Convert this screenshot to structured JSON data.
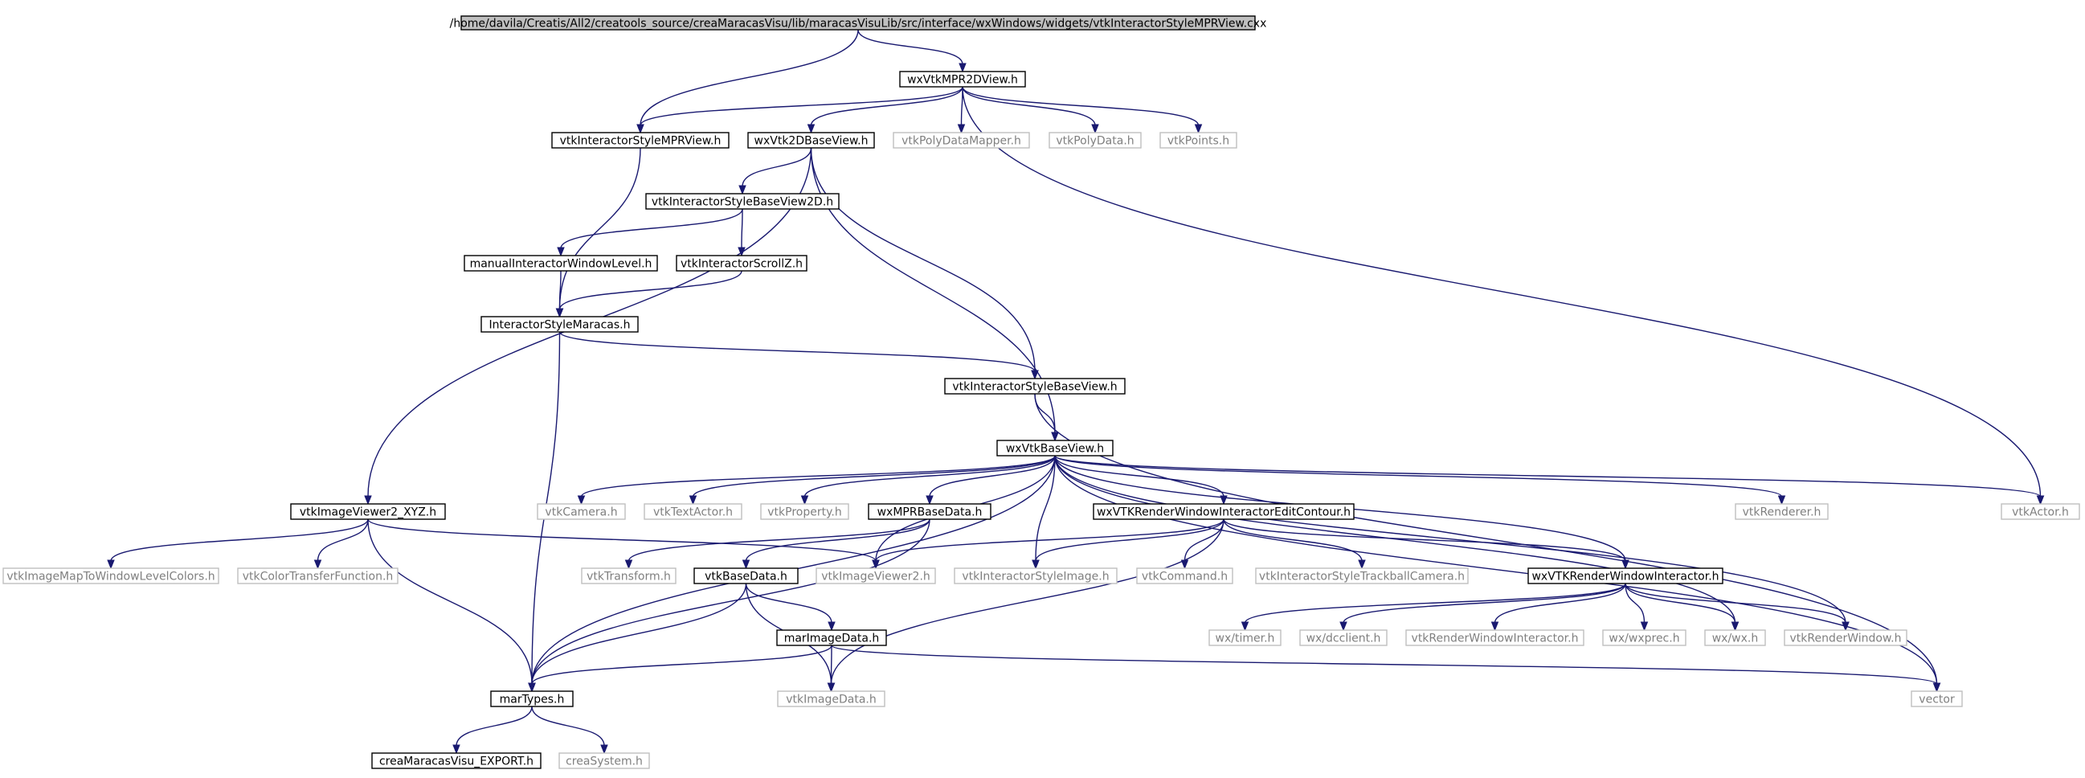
{
  "colors": {
    "edge": "#191970",
    "root_fill": "#bfbfbf",
    "root_border": "#000000",
    "documented_border": "#000000",
    "external_border": "#bfbfbf",
    "documented_text": "#000000",
    "external_text": "#7f7f7f"
  },
  "nodes": [
    {
      "id": "root",
      "label": "/home/davila/Creatis/All2/creatools_source/creaMaracasVisu/lib/maracasVisuLib/src/interface/wxWindows/widgets/vtkInteractorStyleMPRView.cxx",
      "kind": "root"
    },
    {
      "id": "wxVtkMPR2DView",
      "label": "wxVtkMPR2DView.h",
      "kind": "documented"
    },
    {
      "id": "vtkInteractorStyleMPRView",
      "label": "vtkInteractorStyleMPRView.h",
      "kind": "documented"
    },
    {
      "id": "wxVtk2DBaseView",
      "label": "wxVtk2DBaseView.h",
      "kind": "documented"
    },
    {
      "id": "vtkPolyDataMapper",
      "label": "vtkPolyDataMapper.h",
      "kind": "external"
    },
    {
      "id": "vtkPolyData",
      "label": "vtkPolyData.h",
      "kind": "external"
    },
    {
      "id": "vtkPoints",
      "label": "vtkPoints.h",
      "kind": "external"
    },
    {
      "id": "vtkInteractorStyleBaseView2D",
      "label": "vtkInteractorStyleBaseView2D.h",
      "kind": "documented"
    },
    {
      "id": "manualInteractorWindowLevel",
      "label": "manualInteractorWindowLevel.h",
      "kind": "documented"
    },
    {
      "id": "vtkInteractorScrollZ",
      "label": "vtkInteractorScrollZ.h",
      "kind": "documented"
    },
    {
      "id": "InteractorStyleMaracas",
      "label": "InteractorStyleMaracas.h",
      "kind": "documented"
    },
    {
      "id": "vtkInteractorStyleBaseView",
      "label": "vtkInteractorStyleBaseView.h",
      "kind": "documented"
    },
    {
      "id": "wxVtkBaseView",
      "label": "wxVtkBaseView.h",
      "kind": "documented"
    },
    {
      "id": "vtkImageViewer2_XYZ",
      "label": "vtkImageViewer2_XYZ.h",
      "kind": "documented"
    },
    {
      "id": "vtkCamera",
      "label": "vtkCamera.h",
      "kind": "external"
    },
    {
      "id": "vtkTextActor",
      "label": "vtkTextActor.h",
      "kind": "external"
    },
    {
      "id": "vtkProperty",
      "label": "vtkProperty.h",
      "kind": "external"
    },
    {
      "id": "wxMPRBaseData",
      "label": "wxMPRBaseData.h",
      "kind": "documented"
    },
    {
      "id": "wxVTKRenderWindowInteractorEditContour",
      "label": "wxVTKRenderWindowInteractorEditContour.h",
      "kind": "documented"
    },
    {
      "id": "vtkRenderer",
      "label": "vtkRenderer.h",
      "kind": "external"
    },
    {
      "id": "vtkActor",
      "label": "vtkActor.h",
      "kind": "external"
    },
    {
      "id": "vtkImageMapToWindowLevelColors",
      "label": "vtkImageMapToWindowLevelColors.h",
      "kind": "external"
    },
    {
      "id": "vtkColorTransferFunction",
      "label": "vtkColorTransferFunction.h",
      "kind": "external"
    },
    {
      "id": "vtkTransform",
      "label": "vtkTransform.h",
      "kind": "external"
    },
    {
      "id": "vtkBaseData",
      "label": "vtkBaseData.h",
      "kind": "documented"
    },
    {
      "id": "vtkImageViewer2",
      "label": "vtkImageViewer2.h",
      "kind": "external"
    },
    {
      "id": "vtkInteractorStyleImage",
      "label": "vtkInteractorStyleImage.h",
      "kind": "external"
    },
    {
      "id": "vtkCommand",
      "label": "vtkCommand.h",
      "kind": "external"
    },
    {
      "id": "vtkInteractorStyleTrackballCamera",
      "label": "vtkInteractorStyleTrackballCamera.h",
      "kind": "external"
    },
    {
      "id": "wxVTKRenderWindowInteractor",
      "label": "wxVTKRenderWindowInteractor.h",
      "kind": "documented"
    },
    {
      "id": "wxtimer",
      "label": "wx/timer.h",
      "kind": "external"
    },
    {
      "id": "wxdcclient",
      "label": "wx/dcclient.h",
      "kind": "external"
    },
    {
      "id": "vtkRenderWindowInteractor",
      "label": "vtkRenderWindowInteractor.h",
      "kind": "external"
    },
    {
      "id": "wxwxprec",
      "label": "wx/wxprec.h",
      "kind": "external"
    },
    {
      "id": "wxwx",
      "label": "wx/wx.h",
      "kind": "external"
    },
    {
      "id": "vtkRenderWindow",
      "label": "vtkRenderWindow.h",
      "kind": "external"
    },
    {
      "id": "marImageData",
      "label": "marImageData.h",
      "kind": "documented"
    },
    {
      "id": "marTypes",
      "label": "marTypes.h",
      "kind": "documented"
    },
    {
      "id": "vtkImageData",
      "label": "vtkImageData.h",
      "kind": "external"
    },
    {
      "id": "vector",
      "label": "vector",
      "kind": "external"
    },
    {
      "id": "creaMaracasVisu_EXPORT",
      "label": "creaMaracasVisu_EXPORT.h",
      "kind": "documented"
    },
    {
      "id": "creaSystem",
      "label": "creaSystem.h",
      "kind": "external"
    }
  ],
  "edges": [
    [
      "root",
      "wxVtkMPR2DView"
    ],
    [
      "root",
      "vtkInteractorStyleMPRView"
    ],
    [
      "wxVtkMPR2DView",
      "vtkInteractorStyleMPRView"
    ],
    [
      "wxVtkMPR2DView",
      "wxVtk2DBaseView"
    ],
    [
      "wxVtkMPR2DView",
      "vtkPolyDataMapper"
    ],
    [
      "wxVtkMPR2DView",
      "vtkPolyData"
    ],
    [
      "wxVtkMPR2DView",
      "vtkPoints"
    ],
    [
      "wxVtkMPR2DView",
      "vtkActor"
    ],
    [
      "vtkInteractorStyleMPRView",
      "InteractorStyleMaracas"
    ],
    [
      "wxVtk2DBaseView",
      "vtkInteractorStyleBaseView2D"
    ],
    [
      "wxVtk2DBaseView",
      "vtkImageViewer2_XYZ"
    ],
    [
      "wxVtk2DBaseView",
      "wxVtkBaseView"
    ],
    [
      "wxVtk2DBaseView",
      "vtkInteractorStyleBaseView"
    ],
    [
      "vtkInteractorStyleBaseView2D",
      "manualInteractorWindowLevel"
    ],
    [
      "vtkInteractorStyleBaseView2D",
      "vtkInteractorScrollZ"
    ],
    [
      "manualInteractorWindowLevel",
      "InteractorStyleMaracas"
    ],
    [
      "vtkInteractorScrollZ",
      "InteractorStyleMaracas"
    ],
    [
      "InteractorStyleMaracas",
      "vtkInteractorStyleBaseView"
    ],
    [
      "InteractorStyleMaracas",
      "marTypes"
    ],
    [
      "vtkInteractorStyleBaseView",
      "wxVtkBaseView"
    ],
    [
      "vtkInteractorStyleBaseView",
      "vector"
    ],
    [
      "wxVtkBaseView",
      "vtkCamera"
    ],
    [
      "wxVtkBaseView",
      "vtkTextActor"
    ],
    [
      "wxVtkBaseView",
      "vtkProperty"
    ],
    [
      "wxVtkBaseView",
      "wxMPRBaseData"
    ],
    [
      "wxVtkBaseView",
      "wxVTKRenderWindowInteractorEditContour"
    ],
    [
      "wxVtkBaseView",
      "vtkRenderer"
    ],
    [
      "wxVtkBaseView",
      "vtkActor"
    ],
    [
      "wxVtkBaseView",
      "vtkImageViewer2"
    ],
    [
      "wxVtkBaseView",
      "vtkInteractorStyleImage"
    ],
    [
      "wxVtkBaseView",
      "wxVTKRenderWindowInteractor"
    ],
    [
      "wxVtkBaseView",
      "wxwx"
    ],
    [
      "wxVtkBaseView",
      "vtkRenderWindow"
    ],
    [
      "wxVtkBaseView",
      "vector"
    ],
    [
      "wxVtkBaseView",
      "marTypes"
    ],
    [
      "vtkImageViewer2_XYZ",
      "vtkImageMapToWindowLevelColors"
    ],
    [
      "vtkImageViewer2_XYZ",
      "vtkColorTransferFunction"
    ],
    [
      "vtkImageViewer2_XYZ",
      "vtkImageViewer2"
    ],
    [
      "vtkImageViewer2_XYZ",
      "marTypes"
    ],
    [
      "wxMPRBaseData",
      "vtkTransform"
    ],
    [
      "wxMPRBaseData",
      "vtkBaseData"
    ],
    [
      "wxMPRBaseData",
      "marTypes"
    ],
    [
      "wxVTKRenderWindowInteractorEditContour",
      "vtkImageViewer2"
    ],
    [
      "wxVTKRenderWindowInteractorEditContour",
      "vtkInteractorStyleImage"
    ],
    [
      "wxVTKRenderWindowInteractorEditContour",
      "vtkCommand"
    ],
    [
      "wxVTKRenderWindowInteractorEditContour",
      "vtkInteractorStyleTrackballCamera"
    ],
    [
      "wxVTKRenderWindowInteractorEditContour",
      "wxVTKRenderWindowInteractor"
    ],
    [
      "wxVTKRenderWindowInteractorEditContour",
      "vtkImageData"
    ],
    [
      "vtkBaseData",
      "marImageData"
    ],
    [
      "vtkBaseData",
      "marTypes"
    ],
    [
      "vtkBaseData",
      "vtkImageData"
    ],
    [
      "wxVTKRenderWindowInteractor",
      "wxtimer"
    ],
    [
      "wxVTKRenderWindowInteractor",
      "wxdcclient"
    ],
    [
      "wxVTKRenderWindowInteractor",
      "vtkRenderWindowInteractor"
    ],
    [
      "wxVTKRenderWindowInteractor",
      "wxwxprec"
    ],
    [
      "wxVTKRenderWindowInteractor",
      "wxwx"
    ],
    [
      "wxVTKRenderWindowInteractor",
      "vtkRenderWindow"
    ],
    [
      "marImageData",
      "marTypes"
    ],
    [
      "marImageData",
      "vtkImageData"
    ],
    [
      "marImageData",
      "vector"
    ],
    [
      "marTypes",
      "creaMaracasVisu_EXPORT"
    ],
    [
      "marTypes",
      "creaSystem"
    ]
  ]
}
